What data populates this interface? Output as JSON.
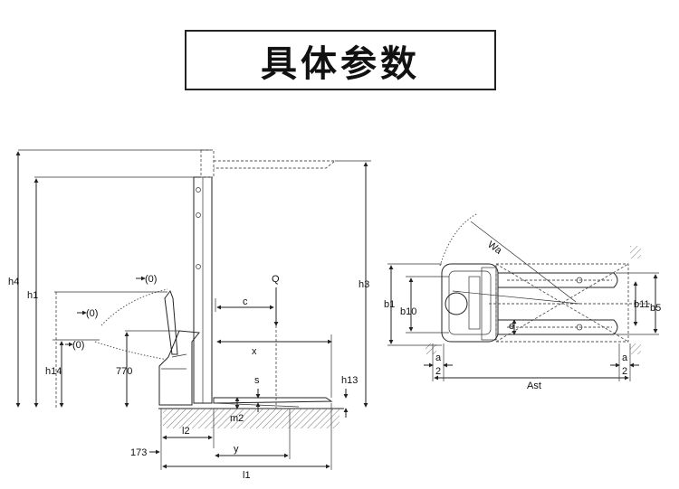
{
  "page_title": "具体参数",
  "side_view": {
    "dimension_labels": {
      "h4": "h4",
      "h1": "h1",
      "h14": "h14",
      "h3": "h3",
      "h13": "h13",
      "q": "Q",
      "c": "c",
      "x": "x",
      "s": "s",
      "m2": "m2",
      "l2": "l2",
      "y": "y",
      "l1": "l1",
      "handle_height": "770",
      "offset": "173",
      "angle_top": "(0)",
      "angle_mid": "(0)",
      "angle_low": "(0)"
    }
  },
  "top_view": {
    "dimension_labels": {
      "wa": "Wa",
      "b1": "b1",
      "b10": "b10",
      "b11": "b11",
      "b5": "b5",
      "e": "e",
      "a_left": "a",
      "a_right": "a",
      "two_left": "2",
      "two_right": "2",
      "ast": "Ast"
    }
  }
}
